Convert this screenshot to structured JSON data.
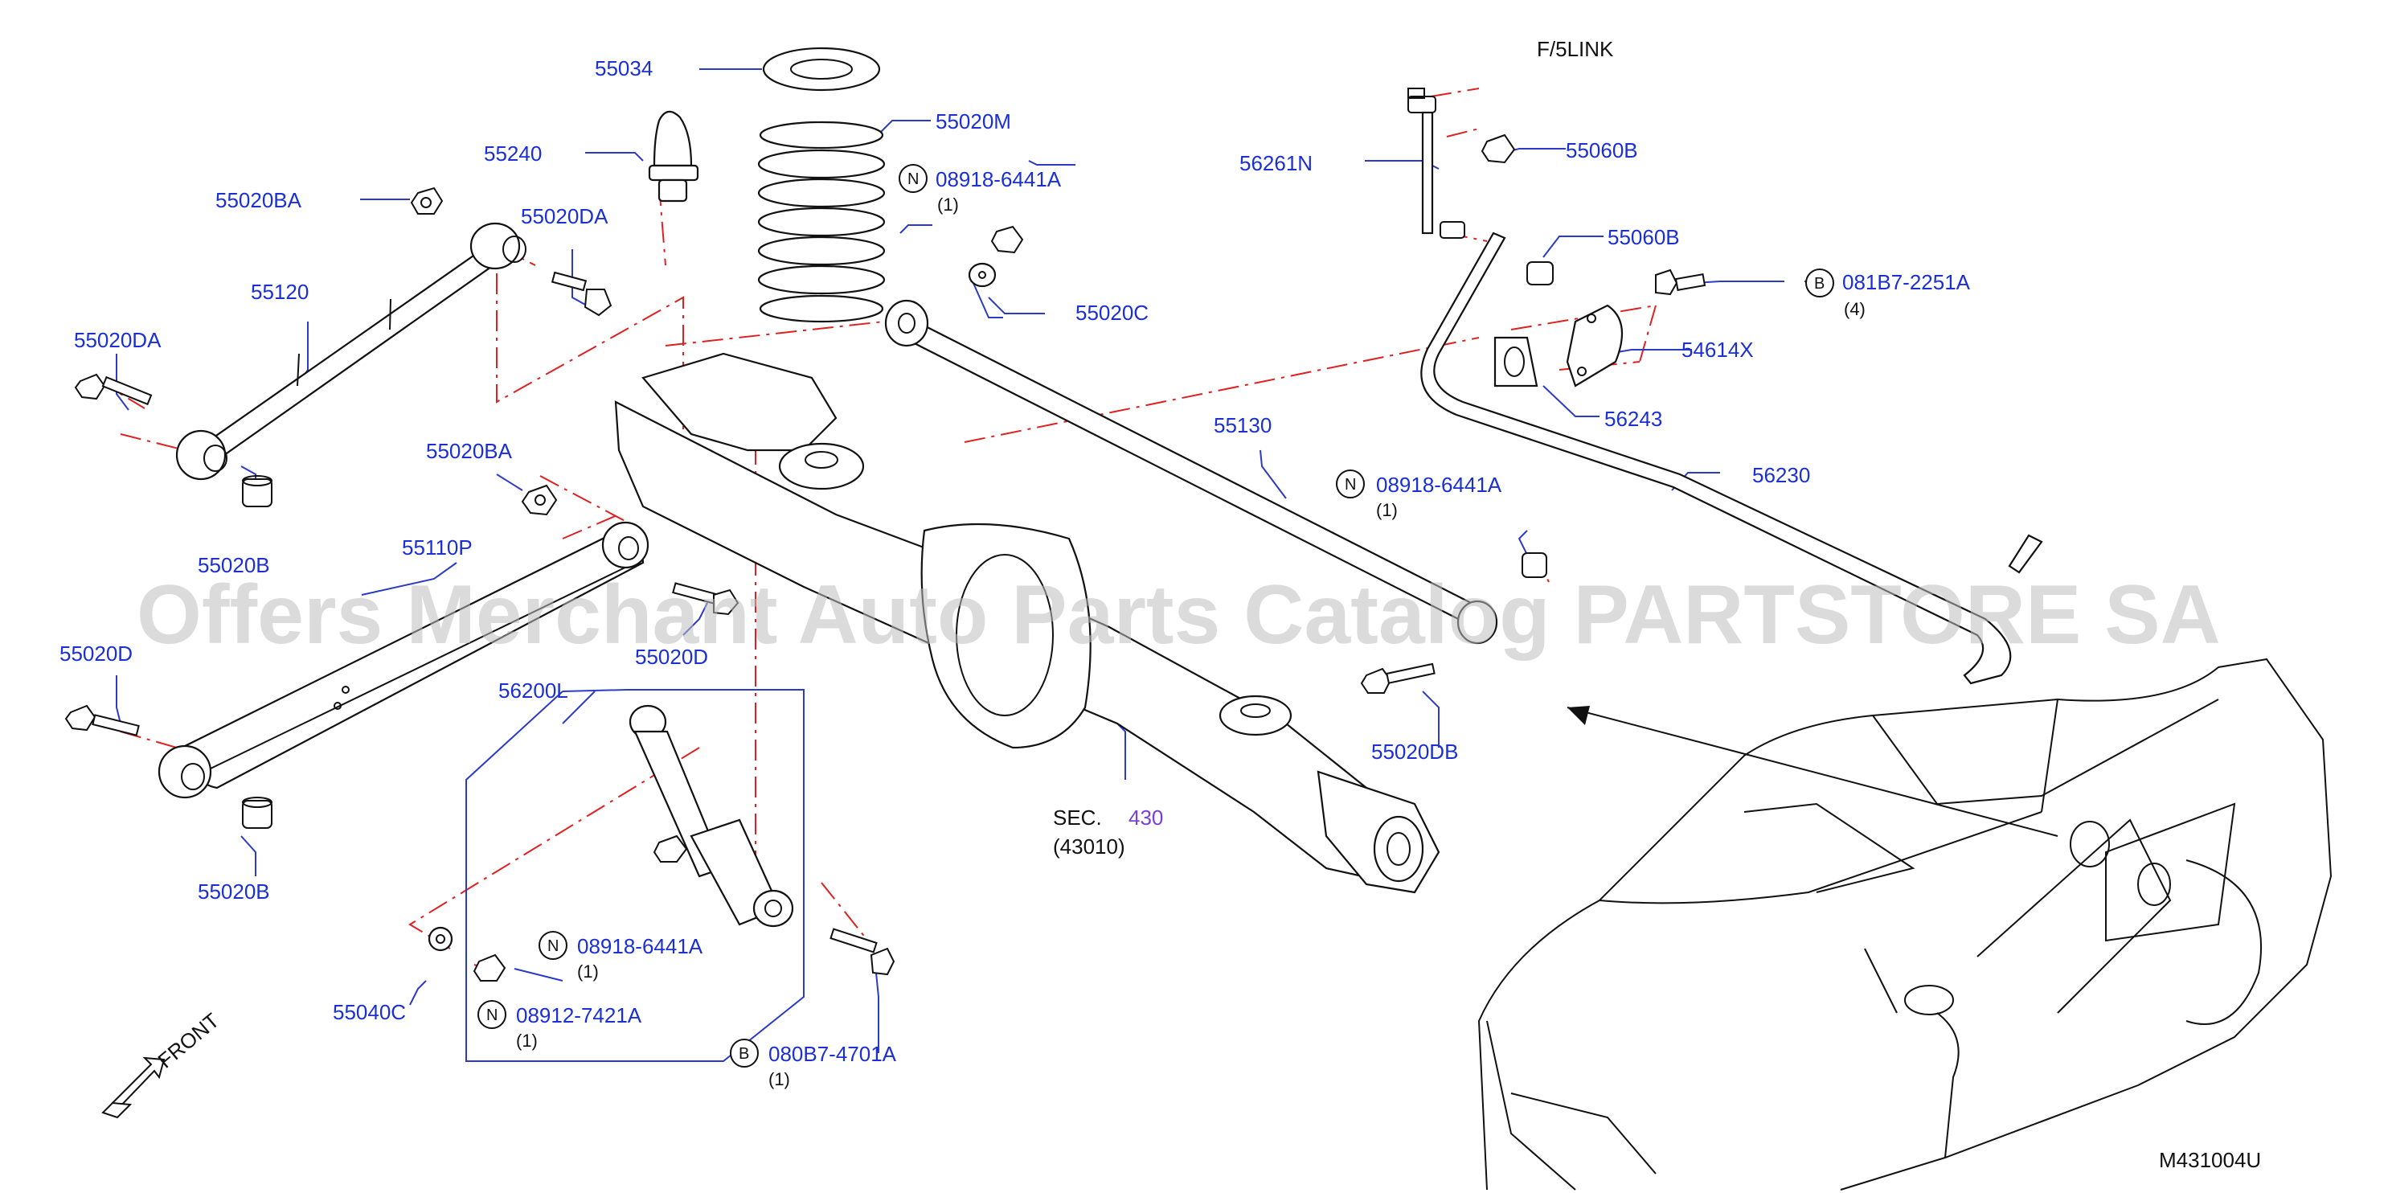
{
  "figure": {
    "header": "F/5LINK",
    "code": "M431004U",
    "front_label": "FRONT",
    "watermark": "Offers Merchant Auto Parts Catalog PARTSTORE SA",
    "section_prefix": "SEC.",
    "section_number": "430",
    "section_sub": "(43010)"
  },
  "parts": {
    "p55034": "55034",
    "p55240": "55240",
    "p55020M": "55020M",
    "p55020BA_top": "55020BA",
    "p55020DA_top": "55020DA",
    "p55120": "55120",
    "p55020DA_left": "55020DA",
    "p55020B_top": "55020B",
    "p55020BA_mid": "55020BA",
    "p55110P": "55110P",
    "p55020D_left": "55020D",
    "p55020D_mid": "55020D",
    "p55020B_bottom": "55020B",
    "p56200L": "56200L",
    "p55040C": "55040C",
    "p55020C": "55020C",
    "p55130": "55130",
    "p55020DB": "55020DB",
    "p56261N": "56261N",
    "p55060B_top": "55060B",
    "p55060B_mid": "55060B",
    "p081B7": "081B7-2251A",
    "p54614X": "54614X",
    "p56243": "56243",
    "p56230": "56230",
    "n08918_top": "08918-6441A",
    "n08918_mid": "08918-6441A",
    "n08918_low": "08918-6441A",
    "n08912": "08912-7421A",
    "b080B7": "080B7-4701A"
  },
  "quantities": {
    "q_08918_top": "(1)",
    "q_081B7": "(4)",
    "q_08918_mid": "(1)",
    "q_08918_low": "(1)",
    "q_08912": "(1)",
    "q_080B7": "(1)"
  },
  "callout_letters": {
    "n": "N",
    "b": "B"
  },
  "colors": {
    "label": "#1a2fd6",
    "section_number": "#7a3fd9",
    "centerline": "#e02020",
    "leader": "#2b3bc7"
  }
}
